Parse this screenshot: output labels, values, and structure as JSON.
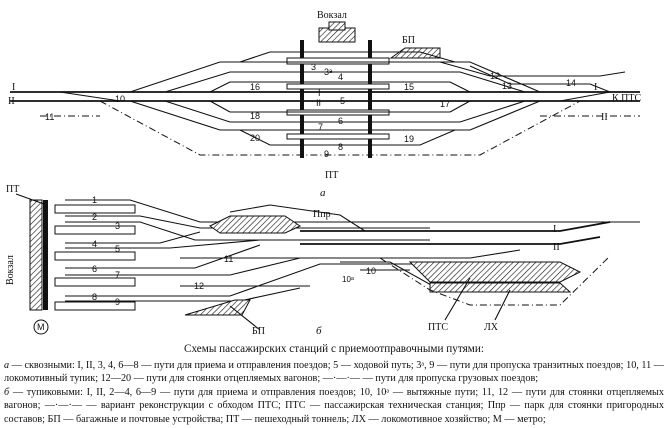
{
  "diagram_a": {
    "letter": "а",
    "labels": {
      "station": "Вокзал",
      "baggage": "БП",
      "tunnel": "ПТ",
      "to_pts": "К ПТС",
      "main_I": "I",
      "main_II": "II",
      "main_I_right": "I",
      "main_II_right": "II",
      "t10": "10",
      "t11": "11",
      "t12": "12",
      "t13": "13",
      "t14": "14",
      "t3": "3",
      "t3a": "3ᵃ",
      "t4": "4",
      "t16": "16",
      "t15": "15",
      "tI_mid": "I",
      "tII_mid": "II",
      "t5": "5",
      "t17": "17",
      "t18": "18",
      "t20": "20",
      "t7": "7",
      "t6": "6",
      "t19": "19",
      "t9": "9",
      "t8": "8"
    }
  },
  "diagram_b": {
    "letter": "б",
    "labels": {
      "station": "Вокзал",
      "tunnel": "ПТ",
      "suburban_park": "Ппр",
      "t1": "1",
      "t2": "2",
      "t3": "3",
      "t4": "4",
      "t5": "5",
      "t6": "6",
      "t7": "7",
      "t8": "8",
      "t9": "9",
      "t10": "10",
      "t10a": "10ᵃ",
      "t11": "11",
      "t12": "12",
      "main_I": "I",
      "main_II": "II",
      "metro": "М",
      "baggage": "БП",
      "pts": "ПТС",
      "lh": "ЛХ"
    }
  },
  "caption": {
    "title": "Схемы пассажирских станций с приемоотправочными путями:",
    "a_letter": "а",
    "a_text": " — сквозными: I, II, 3, 4, 6—8 — пути для приема и отправления поездов; 5 — ходовой путь; 3ᵃ, 9 — пути для пропуска транзитных поездов; 10, 11 — локомотивный тупик; 12—20 — пути для стоянки отцепляемых вагонов; —·—·— — пути для пропуска грузовых поездов;",
    "b_letter": "б",
    "b_text": " — тупиковыми: I, II, 2—4, 6—9 — пути для приема и отправления поездов; 10, 10ᵃ — вытяжные пути; 11, 12 — пути для стоянки отцепляемых вагонов; —·—·— — вариант реконструкции с обходом ПТС; ПТС — пассажирская техническая станция; Ппр — парк для стоянки пригородных составов; БП — багажные и почтовые устройства; ПТ — пешеходный тоннель; ЛХ — локомотивное хозяйство; М — метро;"
  }
}
